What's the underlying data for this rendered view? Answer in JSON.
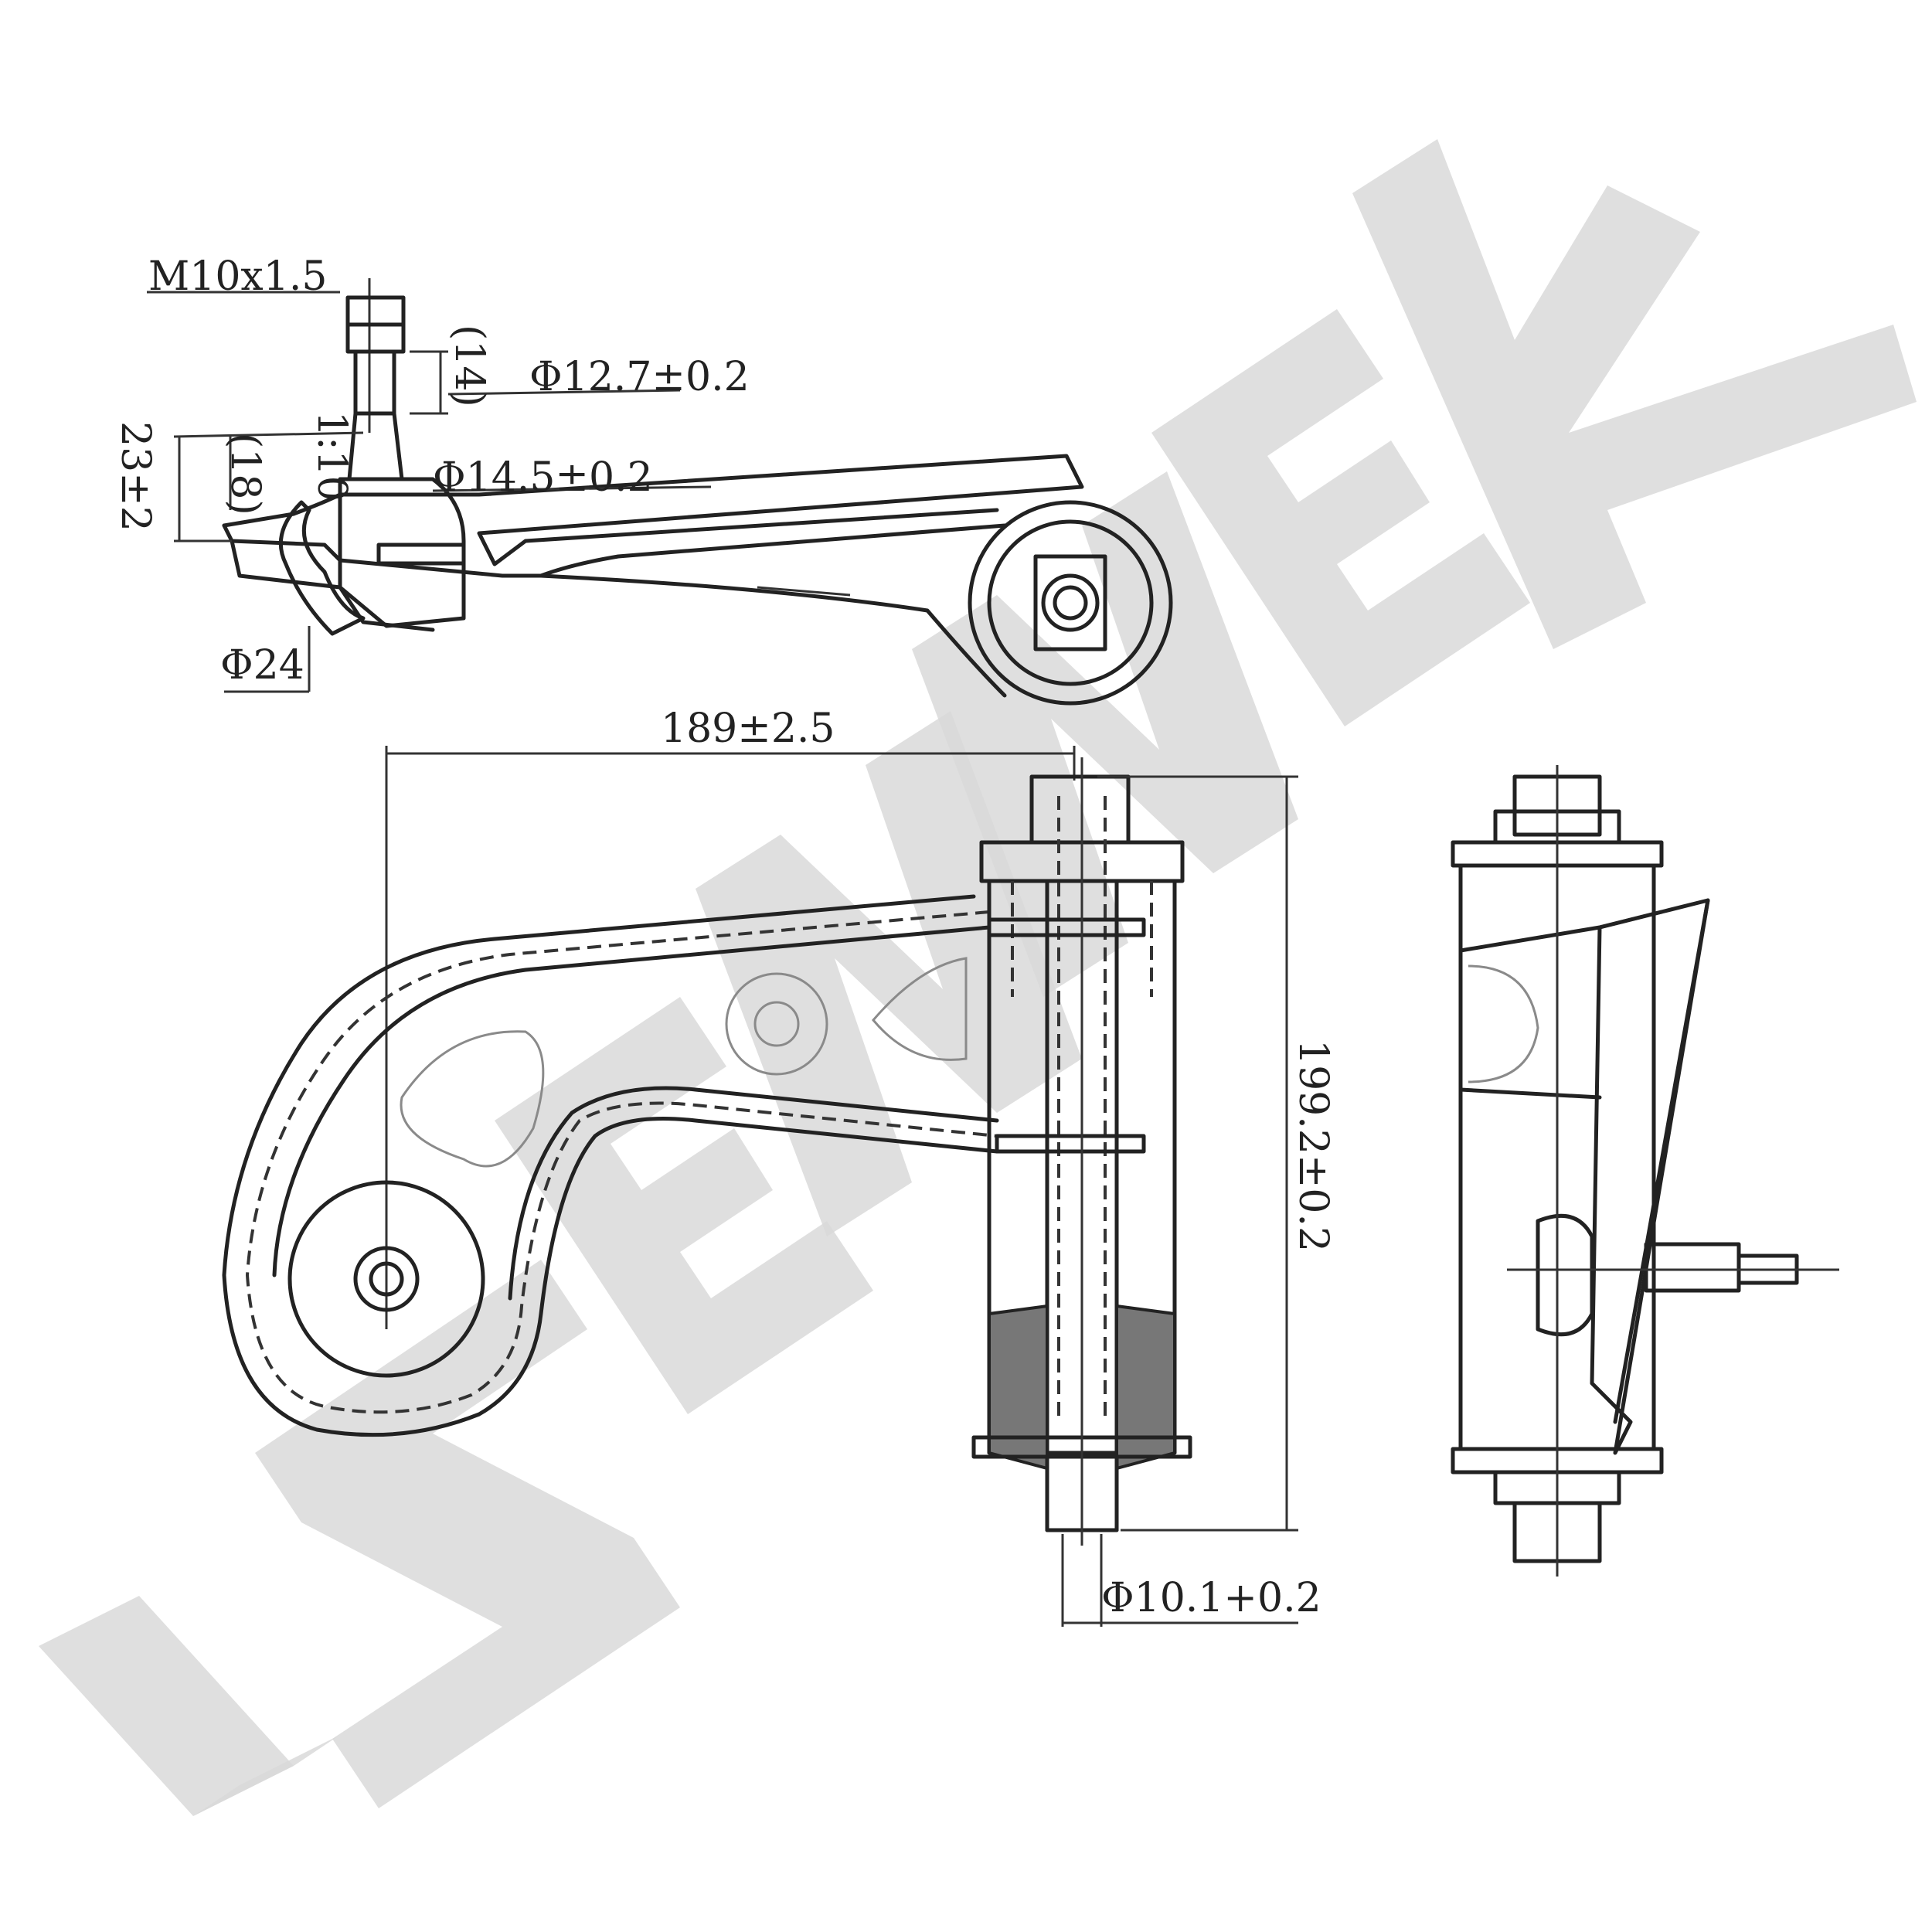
{
  "dimensions": {
    "thread": "M10x1.5",
    "taper": "1:10",
    "stud_length": "(14)",
    "stud_diameter": "Φ12.7±0.2",
    "arm_height": "23±2",
    "ball_height": "(18)",
    "ball_diameter": "Φ14.5±0.2",
    "boot_diameter": "Φ24",
    "length": "189±2.5",
    "bushing_width": "199.2±0.2",
    "bore_diameter": "Φ10.1+0.2"
  },
  "watermark": {
    "logo_text": "ZENNEK",
    "color": "#d9d9d9"
  }
}
